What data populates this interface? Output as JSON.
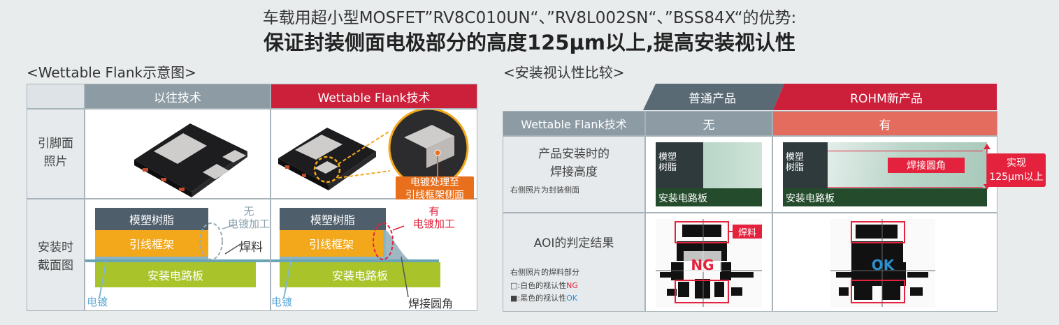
{
  "title": {
    "line1": "车载用超小型MOSFET”RV8C010UN“、”RV8L002SN“、”BSS84X“的优势:",
    "line2": "保证封装侧面电极部分的高度125μm以上,提高安装视认性"
  },
  "left": {
    "section_title": "<Wettable Flank示意图>",
    "col_old": "以往技术",
    "col_new": "Wettable Flank技术",
    "row1_label": "引脚面\n照片",
    "row2_label": "安装时\n截面图",
    "callout": "电镀处理至\n引线框架侧面",
    "old": {
      "mold": "模塑树脂",
      "frame": "引线框架",
      "board": "安装电路板",
      "no_plating": "无\n电镀加工",
      "solder": "焊料",
      "plating": "电镀"
    },
    "new": {
      "mold": "模塑树脂",
      "frame": "引线框架",
      "board": "安装电路板",
      "has_plating": "有\n电镀加工",
      "plating": "电镀",
      "fillet": "焊接圆角"
    }
  },
  "right": {
    "section_title": "<安装视认性比较>",
    "col_normal": "普通产品",
    "col_rohm": "ROHM新产品",
    "row0_label": "Wettable Flank技术",
    "row0_normal": "无",
    "row0_rohm": "有",
    "row1_label": "产品安装时的\n焊接高度",
    "row1_note": "右侧照片为封装侧面",
    "row2_label": "AOI的判定结果",
    "row2_note1": "右侧照片的焊料部分",
    "row2_note2_pre": "□:白色的视认性",
    "row2_note2_ng": "NG",
    "row2_note3_pre": "■:黑色的视认性",
    "row2_note3_ok": "OK",
    "photo_mold": "模塑\n树脂",
    "photo_board": "安装电路板",
    "photo_fillet": "焊接圆角",
    "achieve": "实现\n125μm以上",
    "ng": "NG",
    "ok": "OK",
    "solder": "焊料"
  },
  "colors": {
    "header_gray": "#8c9ba4",
    "header_red": "#cc1f3a",
    "header_dark": "#596a75",
    "mold": "#4e5e6b",
    "frame": "#f3a81b",
    "board": "#a9c42a",
    "orange": "#e8701c",
    "salmon": "#e46c5f"
  }
}
